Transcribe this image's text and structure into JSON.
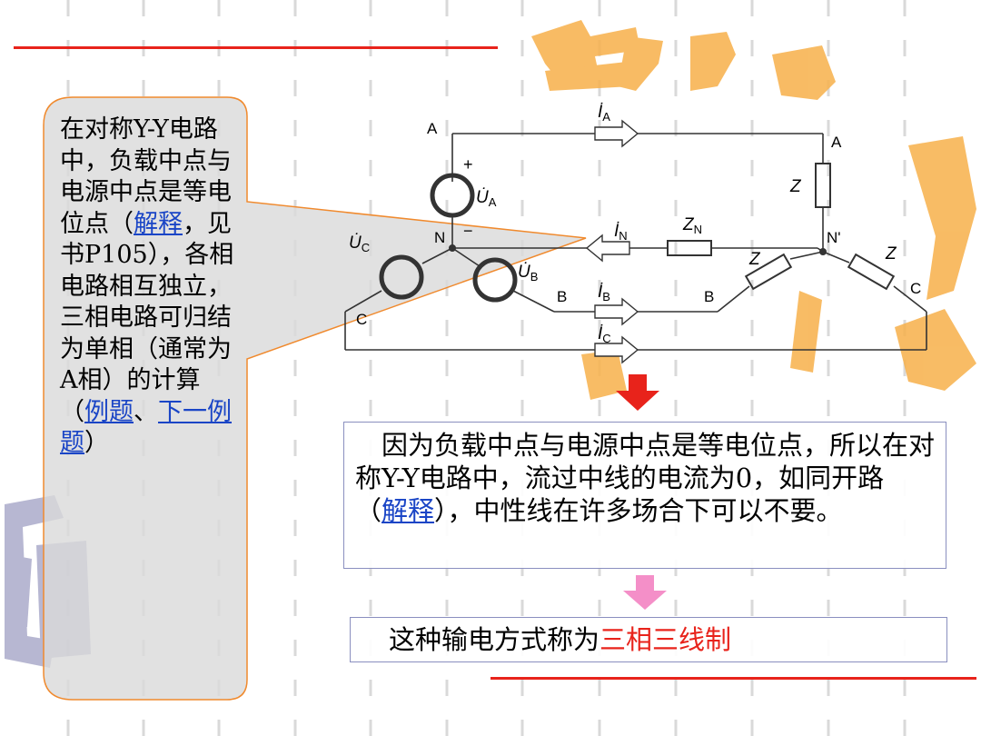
{
  "callout": {
    "line1": "在对称Y-Y电路中，负载中点与电源中点是等电位点（",
    "link_explain": "解释",
    "line2": "，见书P105），各相电路相互独立，三相电路可归结为单相（通常为A相）的计算（",
    "link_example": "例题",
    "sep": "、",
    "link_next": "下一例题",
    "close": "）"
  },
  "circuit": {
    "node_A_left": "A",
    "node_A_right": "A",
    "node_B_left": "B",
    "node_B_right": "B",
    "node_C_left": "C",
    "node_C_right": "C",
    "node_N": "N",
    "node_Nprime": "N'",
    "current_IA": "İ",
    "current_IA_sub": "A",
    "current_IN": "İ",
    "current_IN_sub": "N",
    "current_IB": "İ",
    "current_IB_sub": "B",
    "current_IC": "İ",
    "current_IC_sub": "C",
    "source_UA": "U̇",
    "source_UA_sub": "A",
    "source_UB": "U̇",
    "source_UB_sub": "B",
    "source_UC": "U̇",
    "source_UC_sub": "C",
    "impedance_Z": "Z",
    "impedance_ZN": "Z",
    "impedance_ZN_sub": "N",
    "plus": "+",
    "minus": "−"
  },
  "box1": {
    "text_a": "　因为负载中点与电源中点是等电位点，所以在对称Y-Y电路中，流过中线的电流为0，如同开路（",
    "link": "解释",
    "text_b": "），中性线在许多场合下可以不要。"
  },
  "box2": {
    "prefix": "这种输电方式称为",
    "highlight": "三相三线制"
  },
  "colors": {
    "accent_red": "#e8231b",
    "link_blue": "#1a45c6",
    "callout_border": "#f08a2e",
    "watermark_orange": "#f7b04a",
    "arrow_pink": "#f48fc8"
  }
}
